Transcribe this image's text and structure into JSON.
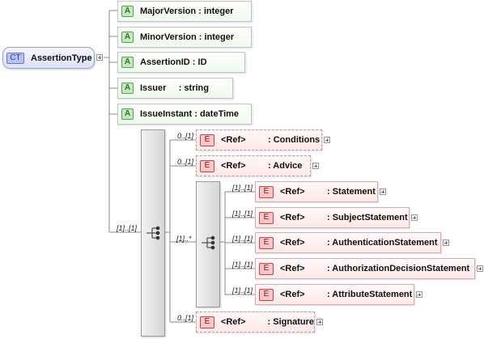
{
  "complex_type": {
    "badge": "CT",
    "name": "AssertionType"
  },
  "attributes": [
    {
      "badge": "A",
      "label": "MajorVersion : integer"
    },
    {
      "badge": "A",
      "label": "MinorVersion : integer"
    },
    {
      "badge": "A",
      "label": "AssertionID : ID"
    },
    {
      "badge": "A",
      "label": "Issuer     : string"
    },
    {
      "badge": "A",
      "label": "IssueInstant : dateTime"
    }
  ],
  "outer_sequence": {
    "cardinality": "[1]..[1]"
  },
  "outer_elements": [
    {
      "badge": "E",
      "ref": "<Ref>",
      "name": ": Conditions",
      "cardinality": "0..[1]"
    },
    {
      "badge": "E",
      "ref": "<Ref>",
      "name": ": Advice",
      "cardinality": "0..[1]"
    },
    {
      "badge": "E",
      "ref": "<Ref>",
      "name": ": Signature",
      "cardinality": "0..[1]"
    }
  ],
  "choice_group": {
    "cardinality": "[1]..*"
  },
  "choice_elements": [
    {
      "badge": "E",
      "ref": "<Ref>",
      "name": ": Statement",
      "cardinality": "[1]..[1]"
    },
    {
      "badge": "E",
      "ref": "<Ref>",
      "name": ": SubjectStatement",
      "cardinality": "[1]..[1]"
    },
    {
      "badge": "E",
      "ref": "<Ref>",
      "name": ": AuthenticationStatement",
      "cardinality": "[1]..[1]"
    },
    {
      "badge": "E",
      "ref": "<Ref>",
      "name": ": AuthorizationDecisionStatement",
      "cardinality": "[1]..[1]"
    },
    {
      "badge": "E",
      "ref": "<Ref>",
      "name": ": AttributeStatement",
      "cardinality": "[1]..[1]"
    }
  ]
}
